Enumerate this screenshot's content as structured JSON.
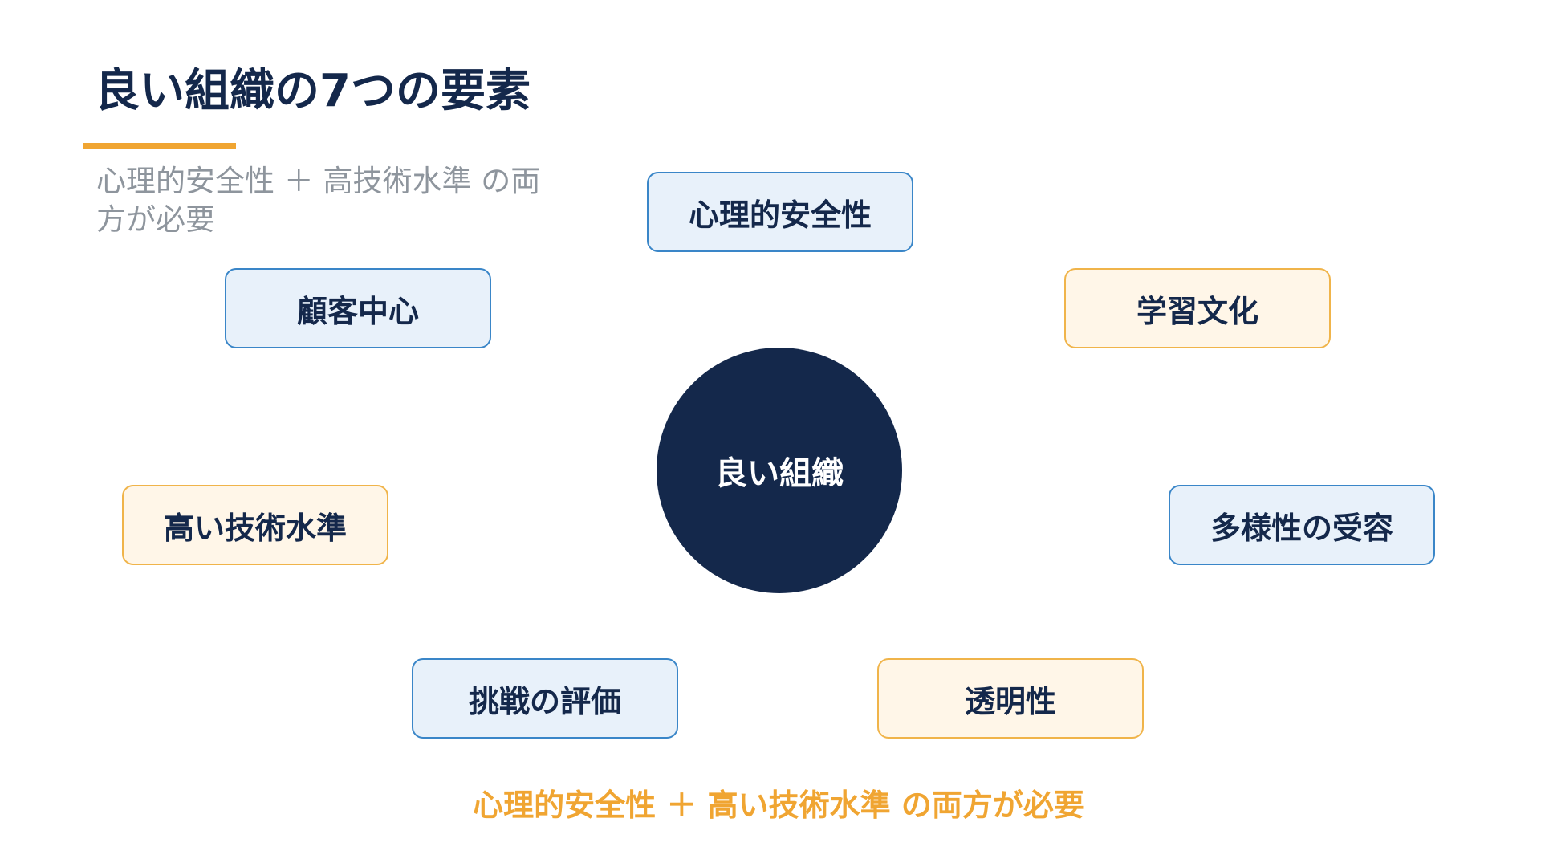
{
  "slide": {
    "title": "良い組織の7つの要素",
    "subtitle": "心理的安全性 ＋ 高技術水準 の両方が必要",
    "footer": "心理的安全性 ＋ 高い技術水準 の両方が必要"
  },
  "diagram": {
    "center": "良い組織",
    "nodes": [
      {
        "label": "心理的安全性",
        "style": "blue"
      },
      {
        "label": "学習文化",
        "style": "orange"
      },
      {
        "label": "多様性の受容",
        "style": "blue"
      },
      {
        "label": "透明性",
        "style": "orange"
      },
      {
        "label": "挑戦の評価",
        "style": "blue"
      },
      {
        "label": "高い技術水準",
        "style": "orange"
      },
      {
        "label": "顧客中心",
        "style": "blue"
      }
    ]
  },
  "colors": {
    "navy": "#14284b",
    "accent_orange": "#f0a532",
    "blue_fill": "#e8f1fa",
    "blue_border": "#3a86c8",
    "orange_fill": "#fff6e8",
    "orange_border": "#f0b44a",
    "subtitle_gray": "#8e959d"
  }
}
